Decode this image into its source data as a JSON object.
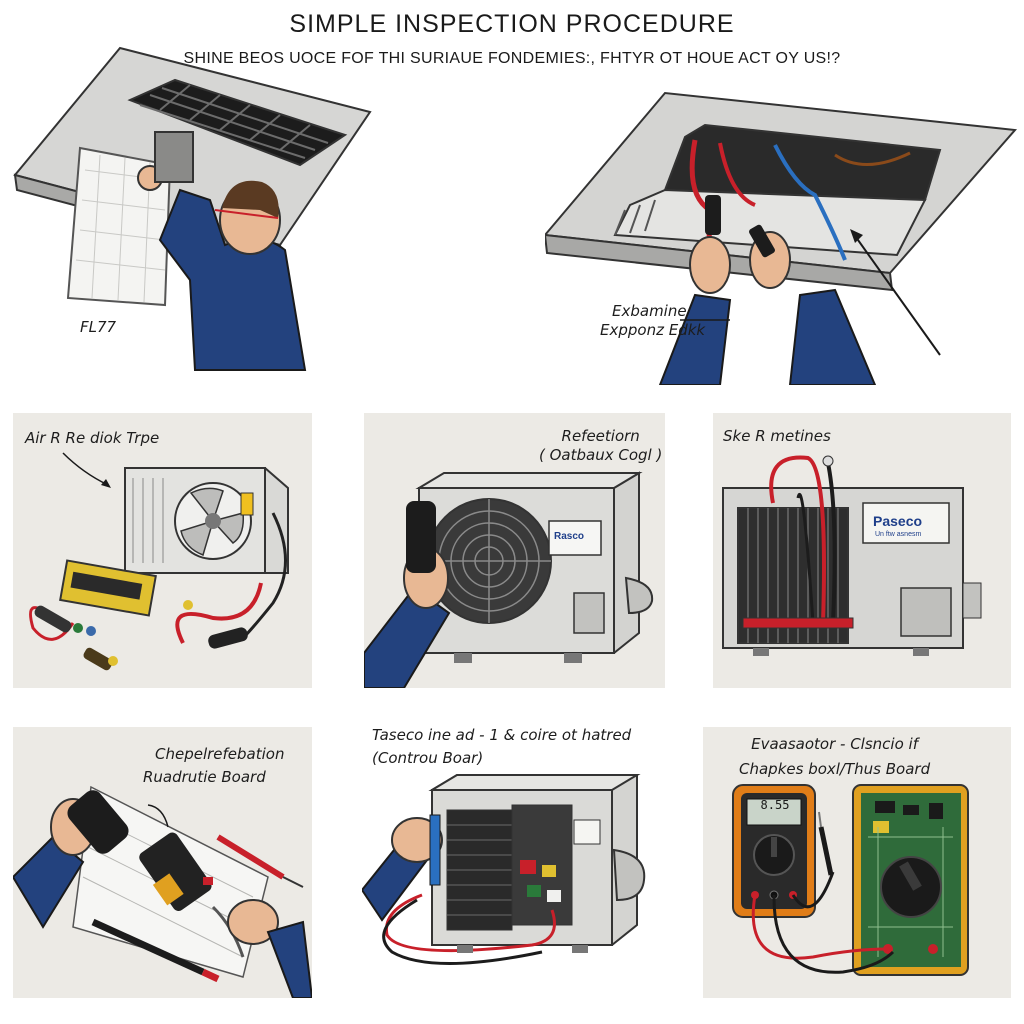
{
  "header": {
    "title": "SIMPLE   INSPECTION PROCEDURE",
    "subtitle": "SHINE BEOS  UOCE FOF THI SURIAUE  FONDEMIES:, FHTYR  OT HOUE  ACT OY US!?"
  },
  "top_left": {
    "label": "FL77"
  },
  "top_right": {
    "label_line1": "Exbamine",
    "label_line2": "Expponz Edkk"
  },
  "panels": {
    "p1": {
      "label": "Air R Re diok Trpe"
    },
    "p2": {
      "label_line1": "Refeetiorn",
      "label_line2": "( Oatbaux Cogl )",
      "brand": "Rasco"
    },
    "p3": {
      "label": "Ske R metines",
      "brand": "Paseco",
      "brand_sub": "Un ftw asnesm"
    },
    "p4": {
      "label_line1": "Chepelrefebation",
      "label_line2": "Ruadrutie Board"
    },
    "p5": {
      "label_line1": "Taseco ine ad - 1 & coire ot hatred",
      "label_line2": "(Controu Boar)"
    },
    "p6": {
      "label_line1": "Evaasaotor - Clsncio if",
      "label_line2": "Chapkes boxl/Thus Board",
      "meter_reading": "8.55"
    }
  },
  "colors": {
    "panel_bg": "#eceae5",
    "sleeve_blue": "#23427e",
    "skin": "#e8b894",
    "wire_red": "#c8202a",
    "wire_blue": "#2a6fc0",
    "board_green": "#2f6b3a",
    "meter_orange": "#e07d18",
    "unit_grey": "#cfcfcc"
  }
}
